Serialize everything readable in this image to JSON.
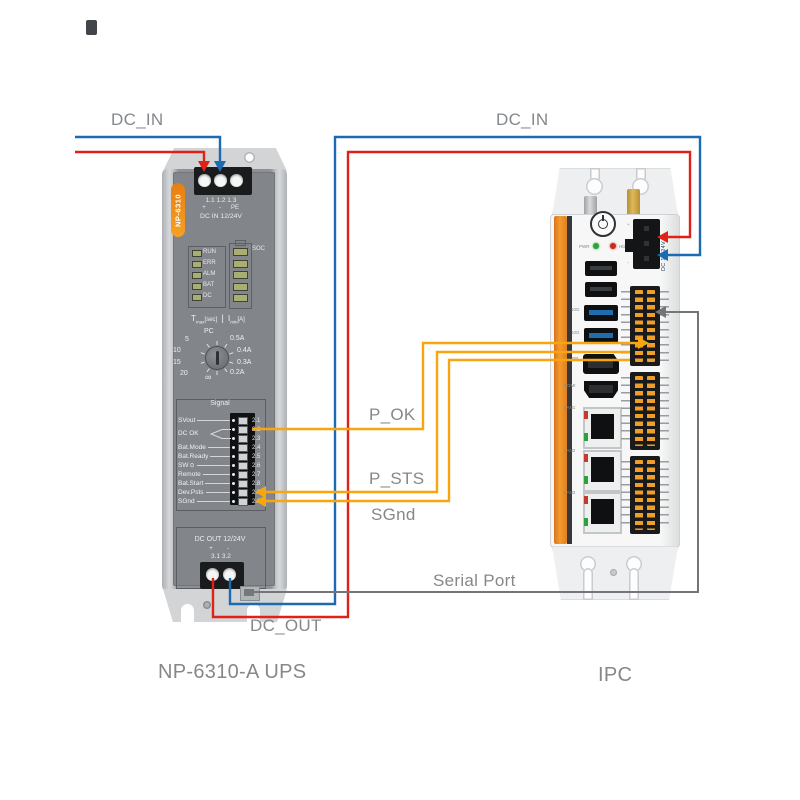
{
  "colors": {
    "wire_red": "#df2118",
    "wire_blue": "#1c6ab2",
    "wire_orange": "#f7a60f",
    "wire_gray": "#737578",
    "label_text": "#85888b",
    "brand_orange": "#ef8201"
  },
  "labels": {
    "dc_in_left": "DC_IN",
    "dc_in_right": "DC_IN",
    "p_ok": "P_OK",
    "p_sts": "P_STS",
    "sgnd": "SGnd",
    "serial_port": "Serial Port",
    "dc_out": "DC_OUT",
    "ups_name": "NP-6310-A UPS",
    "ipc_name": "IPC"
  },
  "ups": {
    "model_badge": "NP-6310",
    "dc_in_terminals": "1.1 1.2 1.3",
    "dc_in_polarity": [
      "+",
      "-",
      "PE"
    ],
    "dc_in_label": "DC IN 12/24V",
    "status_leds": [
      "RUN",
      "ERR",
      "ALM",
      "BAT",
      "DC"
    ],
    "soc_label": "SOC",
    "dial_title": {
      "t": "T",
      "t_sub": "max",
      "t_unit": "[sec]",
      "sep": "|",
      "i": "I",
      "i_sub": "min",
      "i_unit": "[A]"
    },
    "dial": {
      "top": "PC",
      "right": [
        "0.5A",
        "0.4A",
        "0.3A",
        "0.2A"
      ],
      "left": [
        "5",
        "10",
        "15",
        "20"
      ],
      "bottom": "∞"
    },
    "signal_header": "Signal",
    "dc_ok_label": "DC OK",
    "sw_icon": "⊙",
    "signal_rows": [
      {
        "label": "SVout",
        "num": "2.1"
      },
      {
        "label": "",
        "num": "2.2"
      },
      {
        "label": "",
        "num": "2.3"
      },
      {
        "label": "Bat.Mode",
        "num": "2.4"
      },
      {
        "label": "Bat.Ready",
        "num": "2.5"
      },
      {
        "label": "SW",
        "num": "2.6"
      },
      {
        "label": "Remote",
        "num": "2.7"
      },
      {
        "label": "Bat.Start",
        "num": "2.8"
      },
      {
        "label": "Dev.Psts",
        "num": "2.9"
      },
      {
        "label": "SGnd",
        "num": "2.10"
      }
    ],
    "dc_out_label": "DC OUT 12/24V",
    "dc_out_polarity": [
      "+",
      "-"
    ],
    "dc_out_terminals": "3.1 3.2"
  },
  "ipc": {
    "dc_port_label": "DC 12-24V",
    "dc_plus": "+",
    "dc_minus": "-",
    "led_pwr_label": "PWR",
    "led_hdd_label": "HDD",
    "usb3_speed_label": "10G",
    "dp_label": "DP",
    "hdmi_label": "HDMI",
    "lan_labels": [
      "LAN1",
      "LAN2",
      "LAN3"
    ]
  }
}
